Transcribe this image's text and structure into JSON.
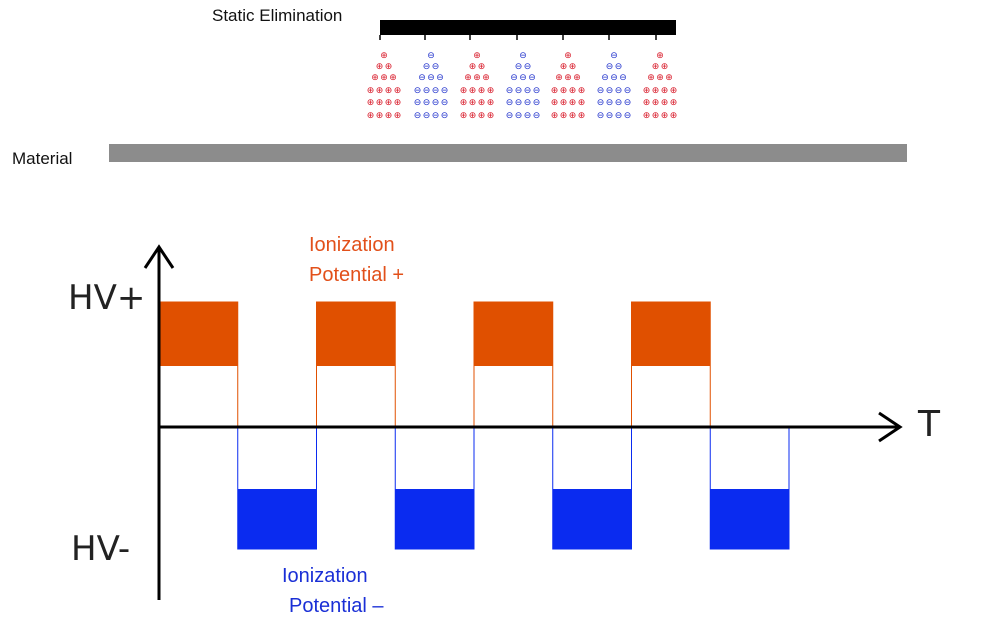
{
  "labels": {
    "static_elimination": "Static Elimination",
    "material": "Material",
    "hv_plus": "HV+",
    "hv_minus": "HV-",
    "time_axis": "T",
    "ionization_positive_line1": "Ionization",
    "ionization_positive_line2": "Potential +",
    "ionization_negative_line1": "Ionization",
    "ionization_negative_line2": "Potential –"
  },
  "ion_clusters": [
    {
      "polarity": "positive",
      "symbol": "⊕",
      "rows": [
        1,
        2,
        3,
        4,
        4,
        4
      ]
    },
    {
      "polarity": "negative",
      "symbol": "⊖",
      "rows": [
        1,
        2,
        3,
        4,
        4,
        4
      ]
    },
    {
      "polarity": "positive",
      "symbol": "⊕",
      "rows": [
        1,
        2,
        3,
        4,
        4,
        4
      ]
    },
    {
      "polarity": "negative",
      "symbol": "⊖",
      "rows": [
        1,
        2,
        3,
        4,
        4,
        4
      ]
    },
    {
      "polarity": "positive",
      "symbol": "⊕",
      "rows": [
        1,
        2,
        3,
        4,
        4,
        4
      ]
    },
    {
      "polarity": "negative",
      "symbol": "⊖",
      "rows": [
        1,
        2,
        3,
        4,
        4,
        4
      ]
    },
    {
      "polarity": "positive",
      "symbol": "⊕",
      "rows": [
        1,
        2,
        3,
        4,
        4,
        4
      ]
    }
  ],
  "waveform": {
    "type": "square",
    "periods": 4,
    "duty_positive": 0.5,
    "positive_color": "#e05000",
    "negative_color": "#0a2bf0"
  },
  "colors": {
    "positive_ion": "#d81b2a",
    "negative_ion": "#2233cc",
    "material_bar": "#8c8c8c",
    "electrode_bar": "#000000",
    "axis": "#000000"
  }
}
